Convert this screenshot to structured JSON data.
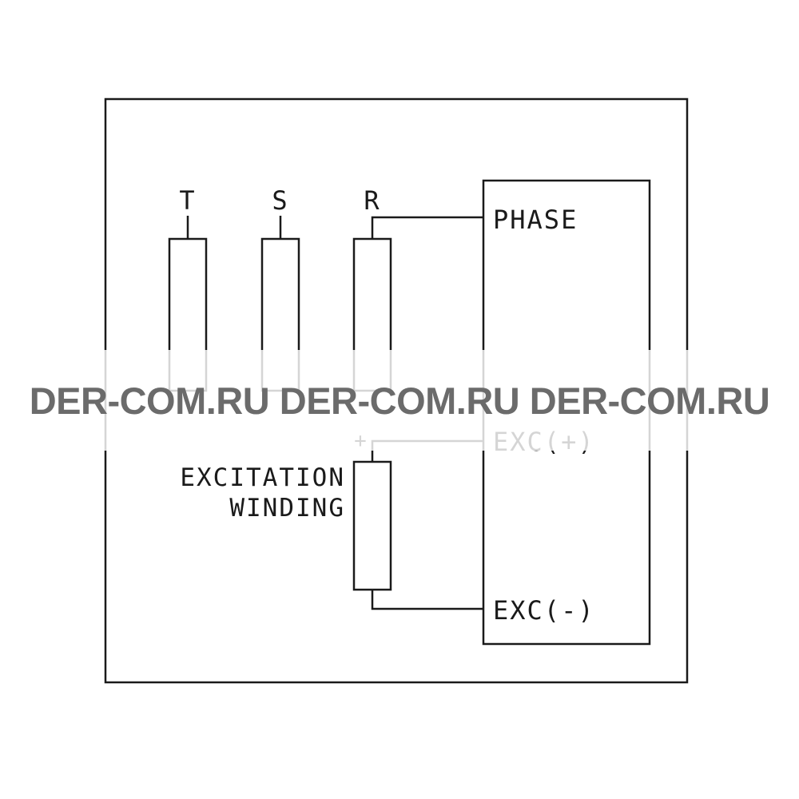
{
  "diagram": {
    "terminals": {
      "t": "T",
      "s": "S",
      "r": "R"
    },
    "excitation_label": {
      "line1": "EXCITATION",
      "line2": "WINDING"
    },
    "plus_sign": "+",
    "regulator": {
      "phase": "PHASE",
      "exc_plus": "EXC(+)",
      "exc_minus": "EXC(-)"
    }
  },
  "watermark": {
    "text": "DER-COM.RU DER-COM.RU DER-COM.RU"
  },
  "colors": {
    "line": "#1a1a1a",
    "watermark": "#6b6b6b",
    "background": "#ffffff"
  }
}
